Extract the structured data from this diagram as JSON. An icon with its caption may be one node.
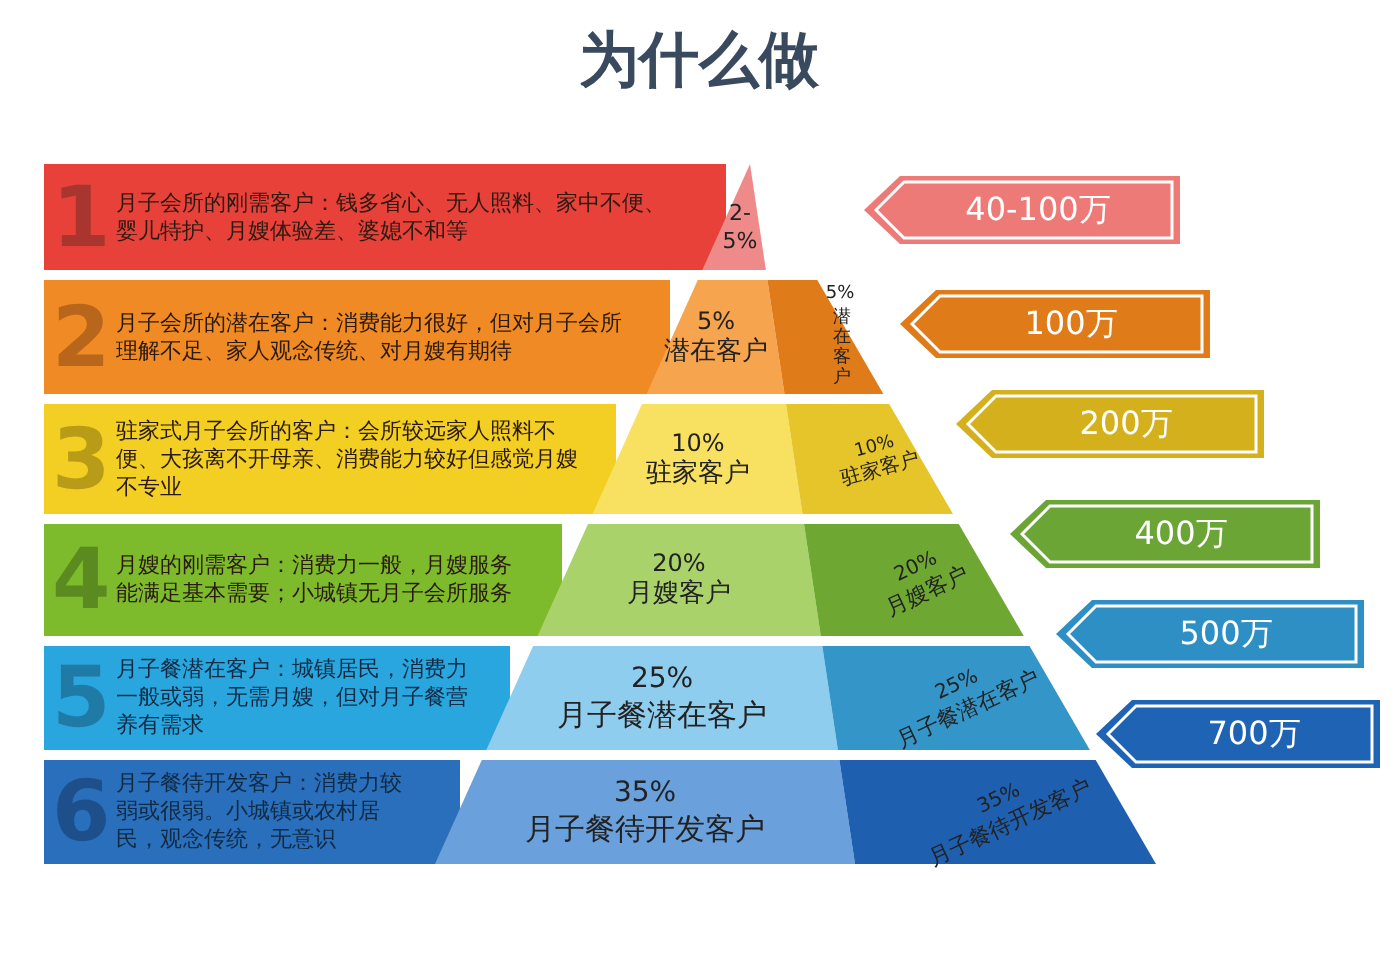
{
  "diagram": {
    "title": "为什么做",
    "nodes": [
      {
        "text": [
          "1",
          "月子会所的刚需客户：钱多省心、无人照料、家中不便、婴儿特护、月嫂体验差、婆媳不和等"
        ]
      },
      {
        "text": [
          "2-5%"
        ]
      },
      {
        "text": [
          "40-100万"
        ]
      },
      {
        "text": [
          "2",
          "月子会所的潜在客户：消费能力很好，但对月子会所理解不足、家人观念传统、对月嫂有期待"
        ]
      },
      {
        "text": [
          "5%",
          "潜在客户"
        ]
      },
      {
        "text": [
          "5%",
          "潜在客户"
        ]
      },
      {
        "text": [
          "100万"
        ]
      },
      {
        "text": [
          "3",
          "驻家式月子会所的客户：会所较远家人照料不便、大孩离不开母亲、消费能力较好但感觉月嫂不专业"
        ]
      },
      {
        "text": [
          "10%",
          "驻家客户"
        ]
      },
      {
        "text": [
          "10%",
          "驻家客户"
        ]
      },
      {
        "text": [
          "200万"
        ]
      },
      {
        "text": [
          "4",
          "月嫂的刚需客户：消费力一般，月嫂服务能满足基本需要；小城镇无月子会所服务"
        ]
      },
      {
        "text": [
          "20%",
          "月嫂客户"
        ]
      },
      {
        "text": [
          "20%",
          "月嫂客户"
        ]
      },
      {
        "text": [
          "400万"
        ]
      },
      {
        "text": [
          "5",
          "月子餐潜在客户：城镇居民，消费力一般或弱，无需月嫂，但对月子餐营养有需求"
        ]
      },
      {
        "text": [
          "25%",
          "月子餐潜在客户"
        ]
      },
      {
        "text": [
          "25%",
          "月子餐潜在客户"
        ]
      },
      {
        "text": [
          "500万"
        ]
      },
      {
        "text": [
          "6",
          "月子餐待开发客户：消费力较弱或很弱。小城镇或农村居民，观念传统，无意识"
        ]
      },
      {
        "text": [
          "35%",
          "月子餐待开发客户"
        ]
      },
      {
        "text": [
          "35%",
          "月子餐待开发客户"
        ]
      },
      {
        "text": [
          "700万"
        ]
      }
    ]
  }
}
